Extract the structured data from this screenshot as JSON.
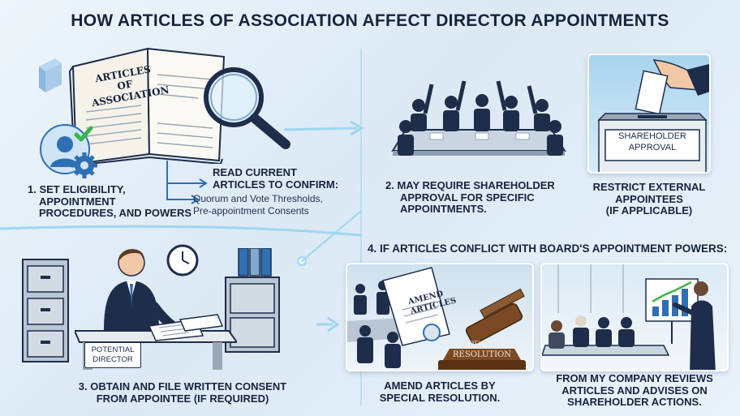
{
  "title": "HOW ARTICLES OF ASSOCIATION AFFECT DIRECTOR APPOINTMENTS",
  "book": {
    "title_line1": "ARTICLES OF",
    "title_line2": "ASSOCIATION"
  },
  "step1": {
    "line1": "1. SET ELIGIBILITY,",
    "line2": "APPOINTMENT",
    "line3": "PROCEDURES, AND POWERS"
  },
  "read": {
    "line1": "READ CURRENT",
    "line2": "ARTICLES TO CONFIRM:",
    "item1": "Quorum and Vote Thresholds,",
    "item2": "Pre-appointment Consents"
  },
  "step2": {
    "line1": "2. MAY REQUIRE SHAREHOLDER",
    "line2": "APPROVAL FOR SPECIFIC",
    "line3": "APPOINTMENTS."
  },
  "ballot": {
    "line1": "SHAREHOLDER",
    "line2": "APPROVAL"
  },
  "restrict": {
    "line1": "RESTRICT EXTERNAL",
    "line2": "APPOINTEES",
    "line3": "(IF APPLICABLE)"
  },
  "step3": {
    "line1": "3. OBTAIN AND FILE WRITTEN CONSENT",
    "line2": "FROM APPOINTEE (IF REQUIRED)"
  },
  "nameplate": {
    "line1": "POTENTIAL",
    "line2": "DIRECTOR"
  },
  "step4": {
    "heading": "4. IF ARTICLES CONFLICT WITH BOARD'S APPOINTMENT POWERS:"
  },
  "amend_doc": {
    "line1": "AMEND",
    "line2": "ARTICLES"
  },
  "gavel": {
    "line1": "SPECIAL",
    "line2": "RESOLUTION"
  },
  "amend": {
    "line1": "AMEND ARTICLES BY",
    "line2": "SPECIAL RESOLUTION."
  },
  "review": {
    "line1": "FROM MY COMPANY REVIEWS",
    "line2": "ARTICLES AND ADVISES ON",
    "line3": "SHAREHOLDER ACTIONS."
  },
  "colors": {
    "navy": "#1e2d4a",
    "accent_blue": "#2f6fb3",
    "glow": "#9fd6ee",
    "check_green": "#3bb54a",
    "gavel_brown": "#7a4a25"
  }
}
